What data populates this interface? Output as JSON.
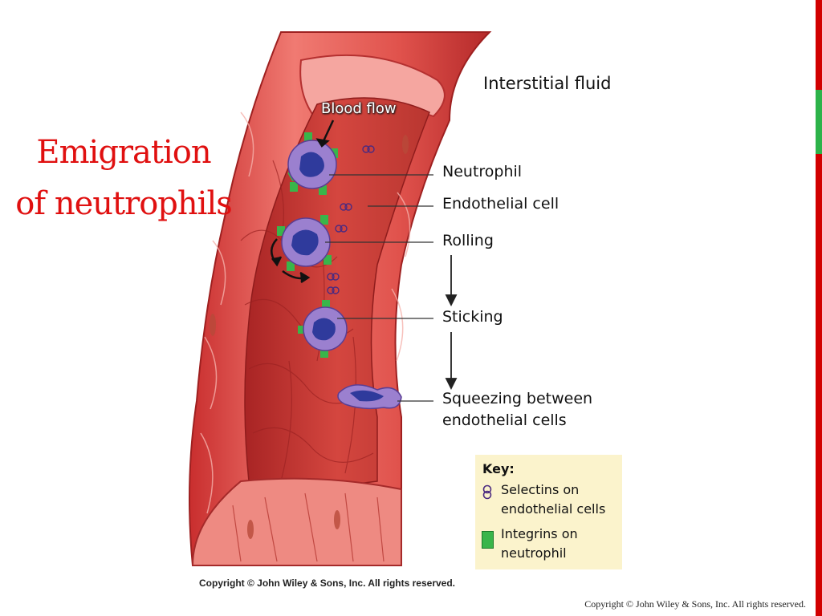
{
  "title": {
    "line1": "Emigration",
    "line2": "of neutrophils",
    "color": "#e01010"
  },
  "labels": {
    "interstitial_fluid": "Interstitial fluid",
    "blood_flow": "Blood flow",
    "neutrophil": "Neutrophil",
    "endothelial_cell": "Endothelial cell",
    "rolling": "Rolling",
    "sticking": "Sticking",
    "squeezing_line1": "Squeezing between",
    "squeezing_line2": "endothelial cells"
  },
  "key": {
    "title": "Key:",
    "selectins_line1": "Selectins on",
    "selectins_line2": "endothelial cells",
    "integrins_line1": "Integrins on",
    "integrins_line2": "neutrophil"
  },
  "figure_credit": "Copyright © John Wiley & Sons, Inc. All rights reserved.",
  "slide_copyright": "Copyright © John Wiley & Sons, Inc. All rights reserved.",
  "colors": {
    "vessel": "#d9403e",
    "vessel_light": "#f2908a",
    "vessel_dark": "#a82424",
    "neutrophil": "#8b6fc0",
    "nucleus": "#2f3a9c",
    "integrin": "#39b54a",
    "accent_bar": "#d20000",
    "accent_green": "#2db34a",
    "key_bg": "#fbf3cc"
  }
}
